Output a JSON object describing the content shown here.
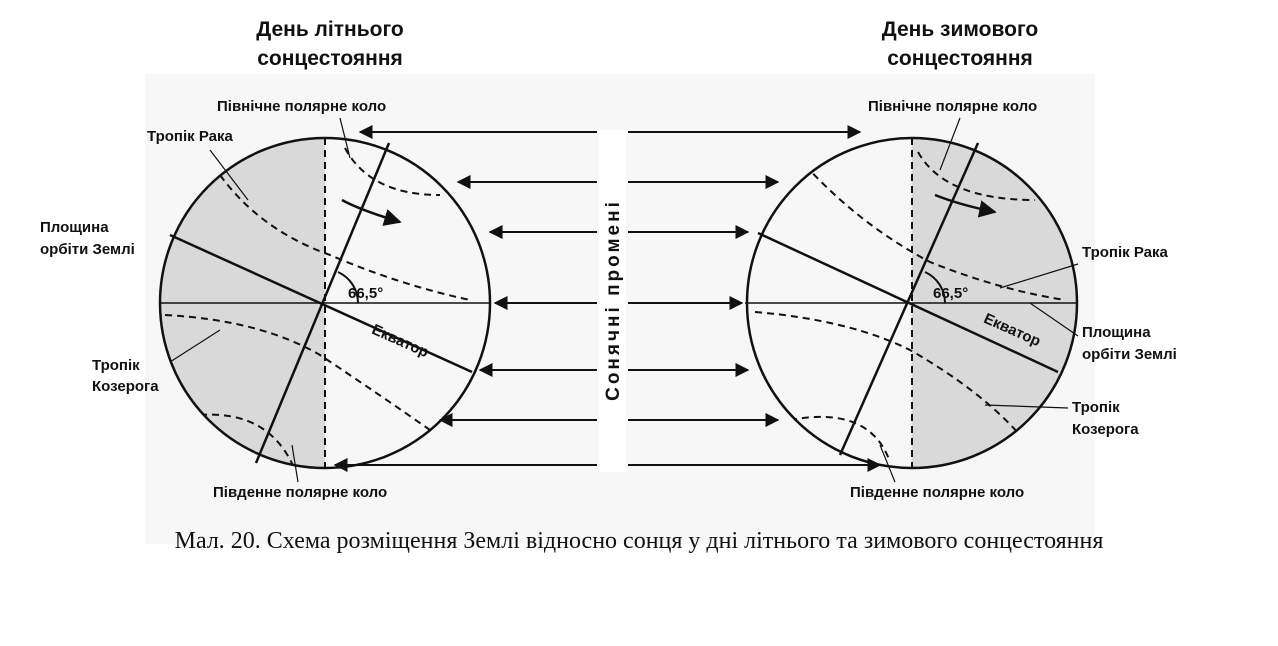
{
  "titles": {
    "left": [
      "День літнього",
      "сонцестояння"
    ],
    "right": [
      "День зимового",
      "сонцестояння"
    ]
  },
  "left_labels": {
    "arctic_circle": "Північне полярне коло",
    "tropic_cancer": "Тропік Рака",
    "orbit_plane": [
      "Площина",
      "орбіти Землі"
    ],
    "angle": "66,5°",
    "equator": "Екватор",
    "tropic_capricorn": [
      "Тропік",
      "Козерога"
    ],
    "antarctic_circle": "Південне полярне коло"
  },
  "right_labels": {
    "arctic_circle": "Північне полярне коло",
    "tropic_cancer": "Тропік Рака",
    "angle": "66,5°",
    "equator": "Екватор",
    "orbit_plane": [
      "Площина",
      "орбіти Землі"
    ],
    "tropic_capricorn": [
      "Тропік",
      "Козерога"
    ],
    "antarctic_circle": "Південне полярне коло"
  },
  "sun_rays": "Сонячні промені",
  "caption": "Мал. 20. Схема розміщення Землі відносно сонця у дні  літнього та зимового сонцестояння",
  "colors": {
    "shade": "#d9d9d9",
    "ink": "#111111"
  }
}
